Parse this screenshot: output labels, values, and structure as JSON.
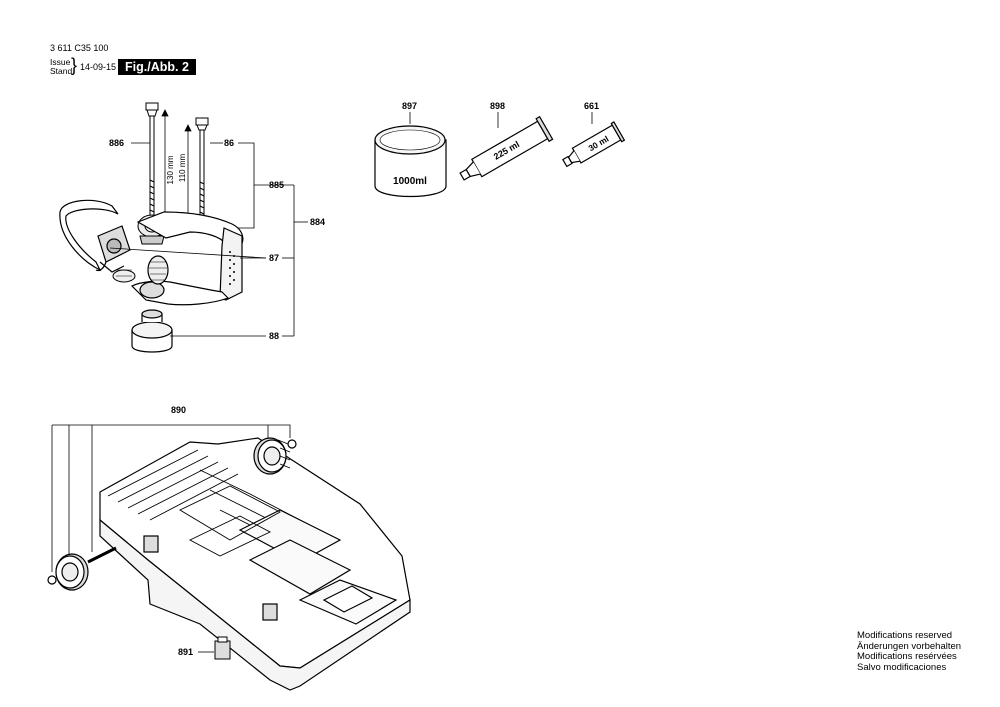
{
  "header": {
    "doc_number": "3 611 C35 100",
    "issue_label": "Issue",
    "stand_label": "Stand",
    "date": "14-09-15",
    "figure_label": "Fig./Abb. 2"
  },
  "parts": {
    "p886": "886",
    "p86": "86",
    "p885": "885",
    "p884": "884",
    "p87": "87",
    "p88": "88",
    "p897": "897",
    "p898": "898",
    "p661": "661",
    "p890": "890",
    "p891": "891"
  },
  "dimensions": {
    "bolt_long": "130 mm",
    "bolt_short": "110 mm"
  },
  "containers": {
    "tub": "1000ml",
    "tube_large": "225 ml",
    "tube_small": "30 ml"
  },
  "notes": [
    "Modifications reserved",
    "Änderungen vorbehalten",
    "Modifications resérvées",
    "Salvo modificaciones"
  ]
}
